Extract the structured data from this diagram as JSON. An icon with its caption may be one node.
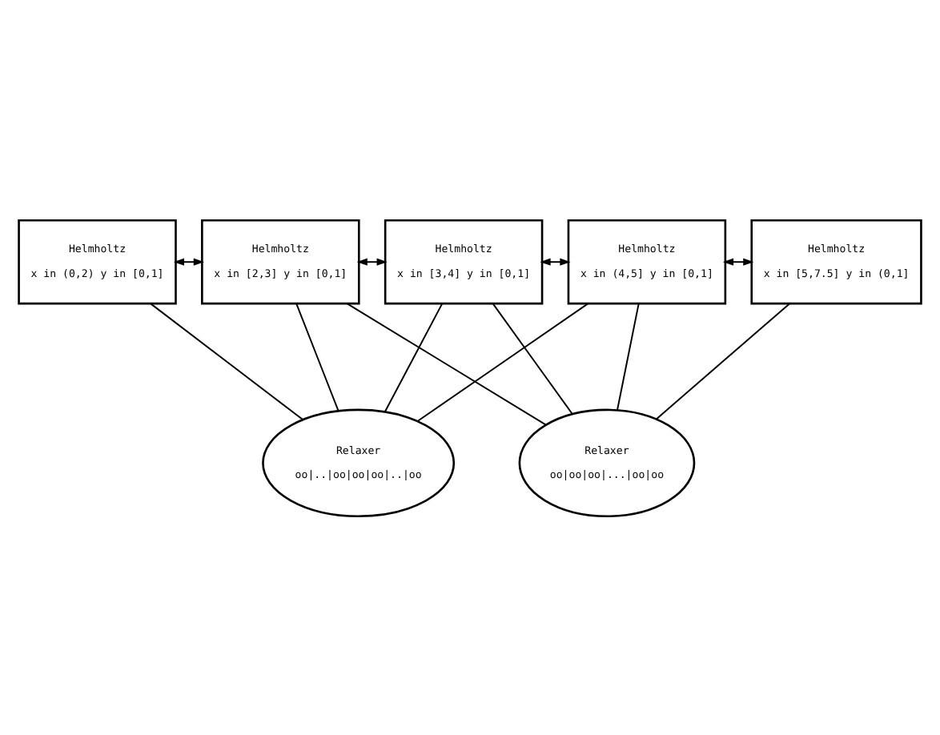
{
  "diagram": {
    "nodes": [
      {
        "text": [
          "Helmholtz",
          "x in (0,2) y in [0,1]"
        ]
      },
      {
        "text": [
          "Helmholtz",
          "x in [2,3] y in [0,1]"
        ]
      },
      {
        "text": [
          "Helmholtz",
          "x in [3,4] y in [0,1]"
        ]
      },
      {
        "text": [
          "Helmholtz",
          "x in (4,5] y in [0,1]"
        ]
      },
      {
        "text": [
          "Helmholtz",
          "x in [5,7.5] y in (0,1]"
        ]
      },
      {
        "text": [
          "Relaxer",
          "oo|..|oo|oo|oo|..|oo"
        ]
      },
      {
        "text": [
          "Relaxer",
          "oo|oo|oo|...|oo|oo"
        ]
      }
    ],
    "edges": [
      {
        "from": 0,
        "to": 1,
        "arrow": "both"
      },
      {
        "from": 1,
        "to": 2,
        "arrow": "both"
      },
      {
        "from": 2,
        "to": 3,
        "arrow": "both"
      },
      {
        "from": 3,
        "to": 4,
        "arrow": "both"
      },
      {
        "from": 0,
        "to": 5,
        "arrow": "none"
      },
      {
        "from": 1,
        "to": 5,
        "arrow": "none"
      },
      {
        "from": 2,
        "to": 5,
        "arrow": "none"
      },
      {
        "from": 3,
        "to": 5,
        "arrow": "none"
      },
      {
        "from": 1,
        "to": 6,
        "arrow": "none"
      },
      {
        "from": 2,
        "to": 6,
        "arrow": "none"
      },
      {
        "from": 3,
        "to": 6,
        "arrow": "none"
      },
      {
        "from": 4,
        "to": 6,
        "arrow": "none"
      }
    ]
  }
}
